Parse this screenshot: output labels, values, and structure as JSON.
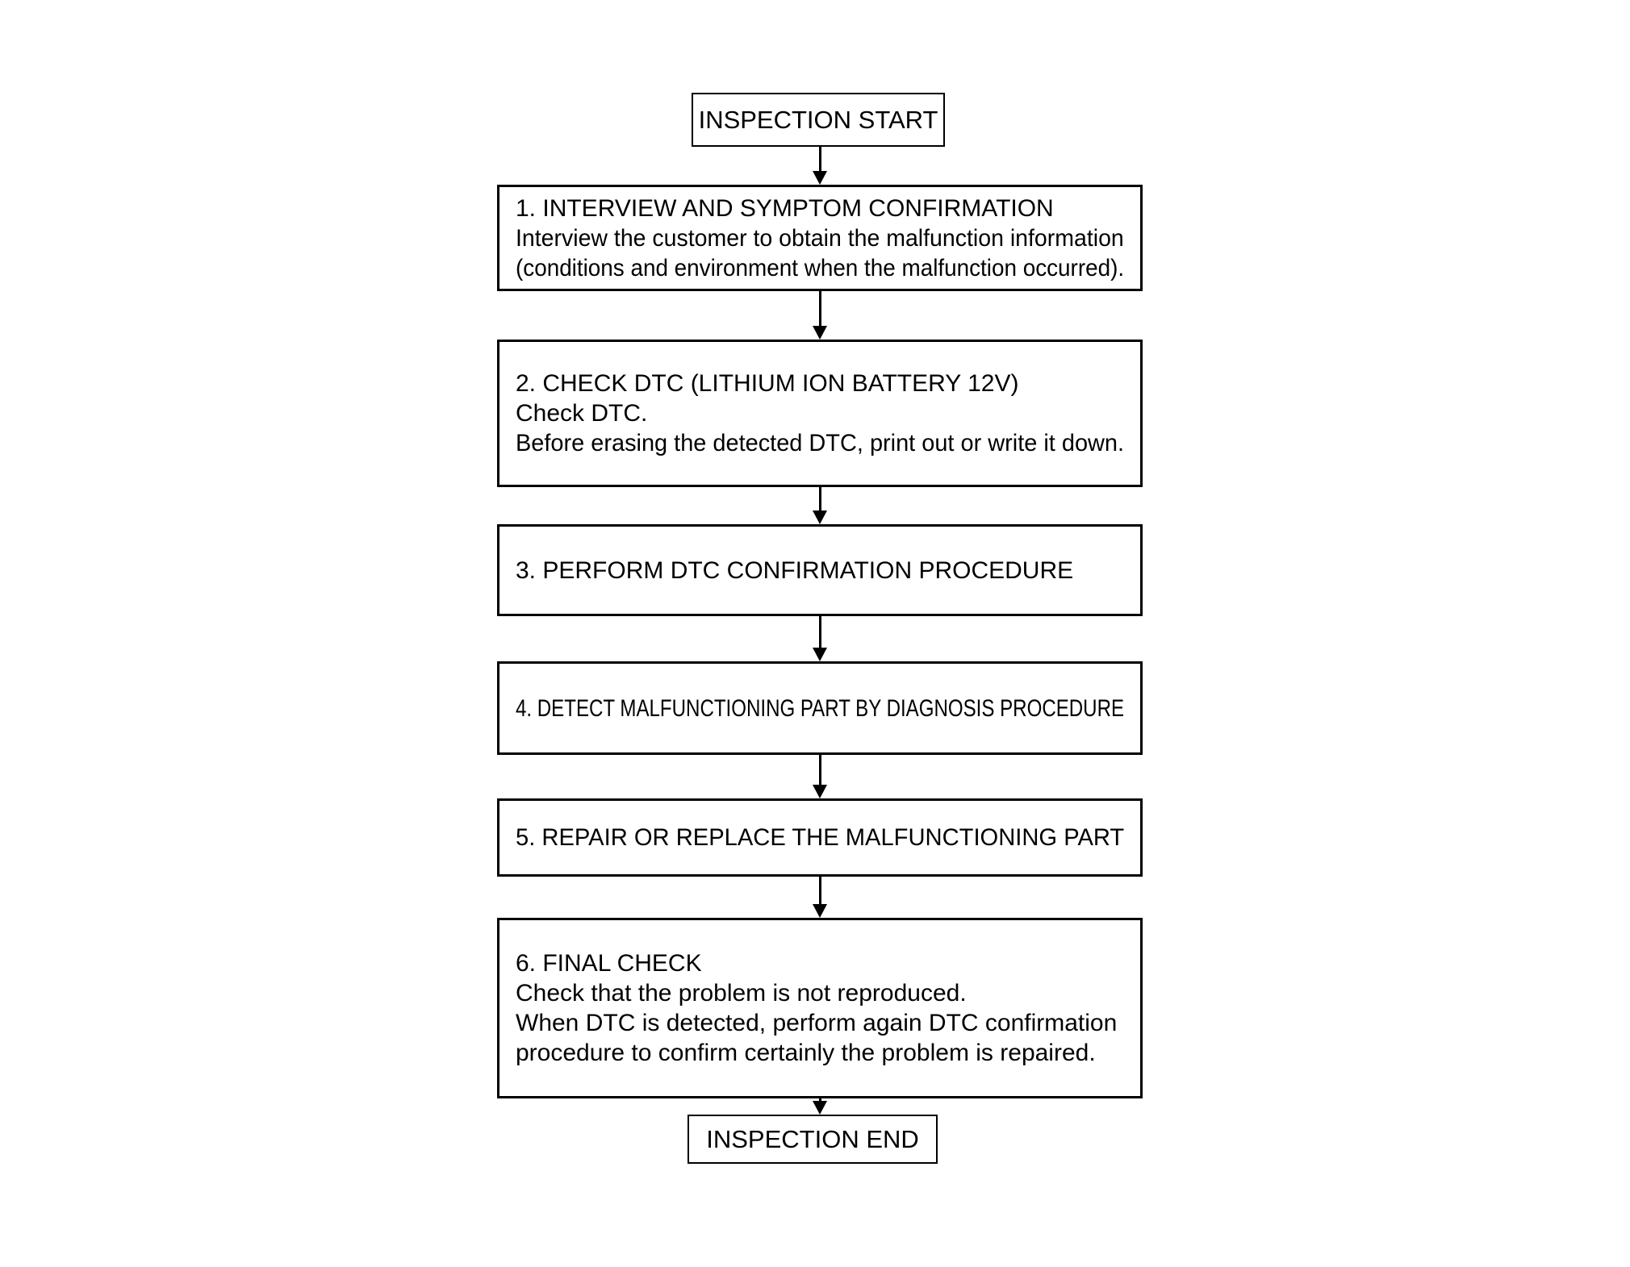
{
  "colors": {
    "ink": "#000000",
    "background": "#ffffff"
  },
  "diagram": {
    "start_label": "INSPECTION START",
    "end_label": "INSPECTION END",
    "steps": [
      {
        "lines": [
          "1. INTERVIEW AND SYMPTOM CONFIRMATION",
          "Interview the customer to obtain the malfunction information",
          "(conditions and environment when the malfunction occurred)."
        ]
      },
      {
        "lines": [
          "2. CHECK DTC (LITHIUM ION BATTERY 12V)",
          "Check DTC.",
          "Before erasing the detected DTC, print out or write it down."
        ]
      },
      {
        "lines": [
          "3. PERFORM DTC CONFIRMATION PROCEDURE"
        ]
      },
      {
        "lines": [
          "4. DETECT MALFUNCTIONING PART BY DIAGNOSIS PROCEDURE"
        ]
      },
      {
        "lines": [
          "5. REPAIR OR REPLACE THE MALFUNCTIONING PART"
        ]
      },
      {
        "lines": [
          "6. FINAL CHECK",
          "Check that the problem is not reproduced.",
          "When DTC is detected, perform again DTC confirmation",
          "procedure to confirm certainly the problem is repaired."
        ]
      }
    ]
  }
}
